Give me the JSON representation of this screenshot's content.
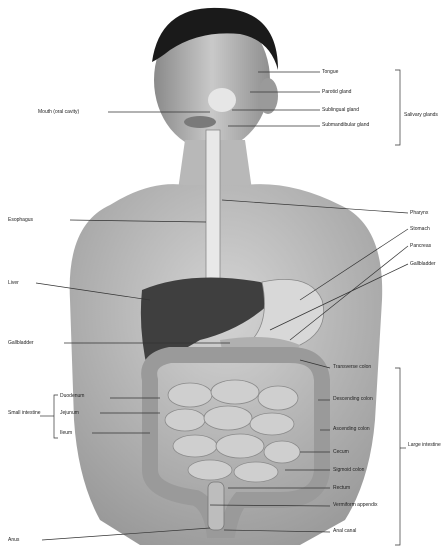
{
  "figure": {
    "right_labels": {
      "tongue": "Tongue",
      "parotid": "Parotid gland",
      "sublingual": "Sublingual gland",
      "submandibular": "Submandibular gland",
      "salivary_group": "Salivary glands",
      "pharynx": "Pharynx",
      "stomach": "Stomach",
      "pancreas": "Pancreas",
      "gallbladder": "Gallbladder",
      "transverse": "Transverse colon",
      "descending": "Descending colon",
      "ascending": "Ascending colon",
      "cecum": "Cecum",
      "sigmoid": "Sigmoid colon",
      "rectum": "Rectum",
      "appendix": "Vermiform appendix",
      "anal_canal": "Anal canal",
      "large_group": "Large intestine"
    },
    "left_labels": {
      "mouth": "Mouth (oral cavity)",
      "esophagus": "Esophagus",
      "liver": "Liver",
      "duodenum_top": "Gallbladder",
      "duodenum": "Duodenum",
      "jejunum": "Jejunum",
      "ileum": "Ileum",
      "small_group": "Small intestine",
      "anus": "Anus"
    }
  }
}
